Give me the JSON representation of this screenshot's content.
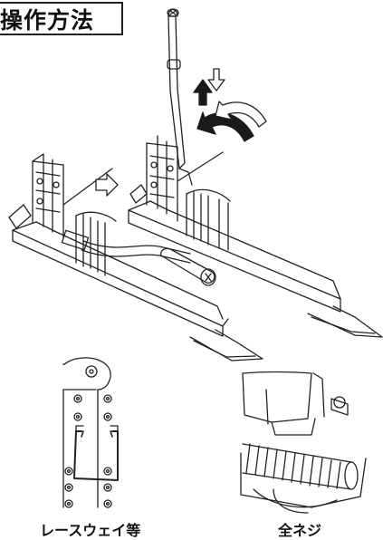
{
  "header": {
    "title": "操作方法"
  },
  "captions": {
    "left": "レースウェイ等",
    "right": "全ネジ"
  },
  "colors": {
    "line": "#222222",
    "arrow_fill": "#1a1a1a",
    "background": "#ffffff"
  }
}
